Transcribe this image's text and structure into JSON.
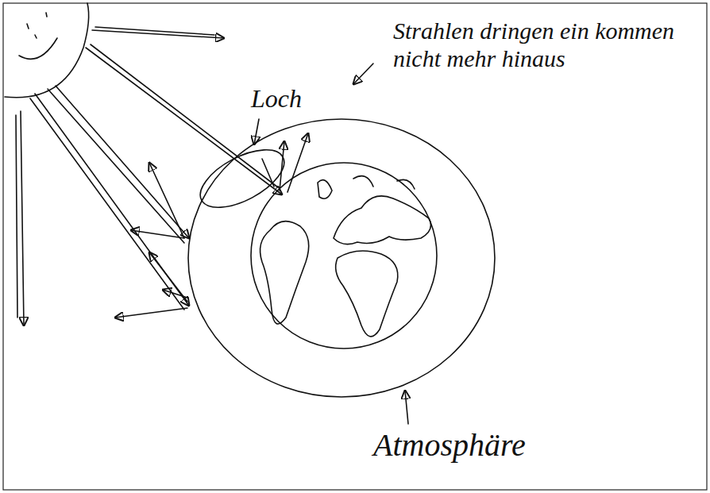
{
  "diagram": {
    "labels": [
      "Strahlen dringen ein kommen nicht mehr hinaus",
      "Loch",
      "Atmosphäre"
    ]
  }
}
